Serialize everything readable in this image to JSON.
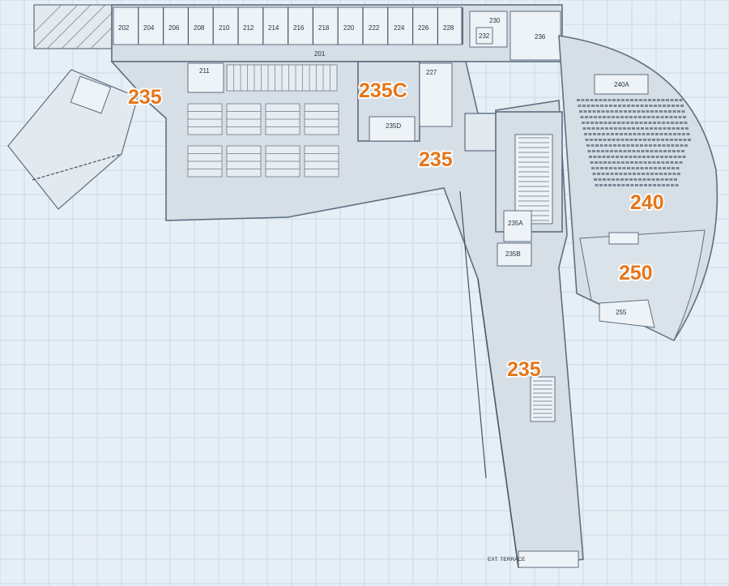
{
  "rooms": {
    "r202": "202",
    "r204": "204",
    "r206": "206",
    "r208": "208",
    "r210": "210",
    "r212": "212",
    "r214": "214",
    "r216": "216",
    "r218": "218",
    "r220": "220",
    "r222": "222",
    "r224": "224",
    "r226": "226",
    "r228": "228",
    "r230": "230",
    "r232": "232",
    "r236": "236",
    "r201": "201",
    "r211": "211",
    "r227": "227",
    "r235d": "235D",
    "r235a": "235A",
    "r235b": "235B",
    "r240a": "240A",
    "r255": "255"
  },
  "zones": {
    "z235_west": "235",
    "z235c": "235C",
    "z235_center": "235",
    "z240": "240",
    "z250": "250",
    "z235_south": "235"
  },
  "terrace": "EXT. TERRACE",
  "colors": {
    "background": "#e6eff6",
    "zone_label": "#e4761a",
    "wall": "#5e6f80"
  }
}
